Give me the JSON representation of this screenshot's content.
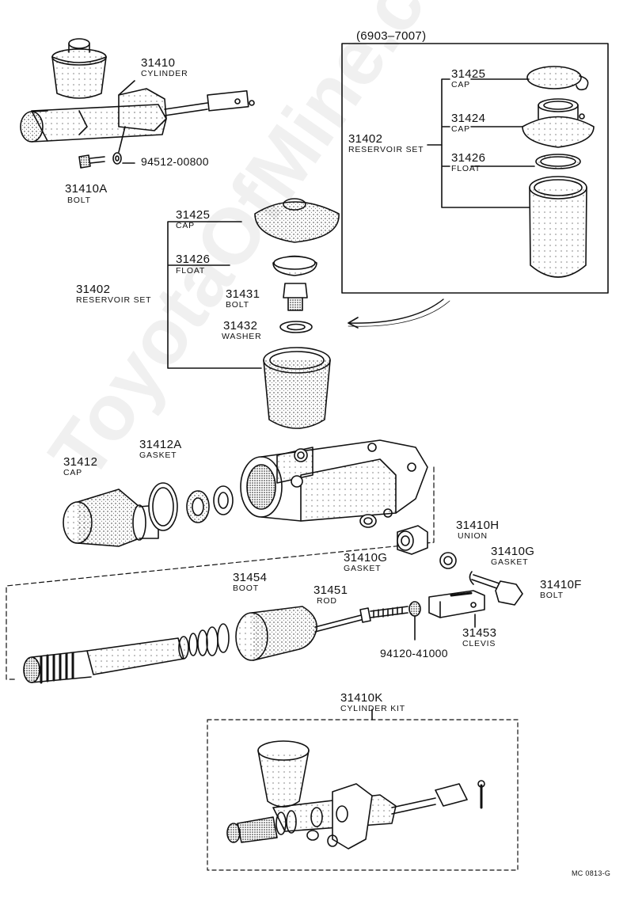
{
  "watermark": "ToyotaOfMine.com",
  "code": "MC 0813-G",
  "inset_range": "(6903–7007)",
  "labels": {
    "p31410": {
      "num": "31410",
      "name": "CYLINDER"
    },
    "p94512": {
      "num": "94512-00800"
    },
    "p31410A": {
      "num": "31410A",
      "name": "BOLT"
    },
    "inset_31425": {
      "num": "31425",
      "name": "CAP"
    },
    "inset_31424": {
      "num": "31424",
      "name": "CAP"
    },
    "inset_31402": {
      "num": "31402",
      "name": "RESERVOIR SET"
    },
    "inset_31426": {
      "num": "31426",
      "name": "FLOAT"
    },
    "p31425": {
      "num": "31425",
      "name": "CAP"
    },
    "p31426": {
      "num": "31426",
      "name": "FLOAT"
    },
    "p31402": {
      "num": "31402",
      "name": "RESERVOIR SET"
    },
    "p31431": {
      "num": "31431",
      "name": "BOLT"
    },
    "p31432": {
      "num": "31432",
      "name": "WASHER"
    },
    "p31412A": {
      "num": "31412A",
      "name": "GASKET"
    },
    "p31412": {
      "num": "31412",
      "name": "CAP"
    },
    "p31410H": {
      "num": "31410H",
      "name": "UNION"
    },
    "p31410G_1": {
      "num": "31410G",
      "name": "GASKET"
    },
    "p31410G_2": {
      "num": "31410G",
      "name": "GASKET"
    },
    "p31454": {
      "num": "31454",
      "name": "BOOT"
    },
    "p31451": {
      "num": "31451",
      "name": "ROD"
    },
    "p31410F": {
      "num": "31410F",
      "name": "BOLT"
    },
    "p31453": {
      "num": "31453",
      "name": "CLEVIS"
    },
    "p94120": {
      "num": "94120-41000"
    },
    "p31410K": {
      "num": "31410K",
      "name": "CYLINDER KIT"
    }
  }
}
